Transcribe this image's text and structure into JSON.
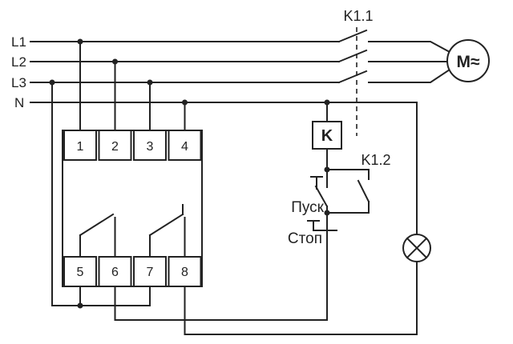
{
  "labels": {
    "l1": "L1",
    "l2": "L2",
    "l3": "L3",
    "n": "N",
    "k_main_contact": "K1.1",
    "k_aux_contact": "K1.2",
    "coil": "K",
    "start_button": "Пуск",
    "stop_button": "Стоп",
    "motor": "M≈"
  },
  "terminals": {
    "top": [
      "1",
      "2",
      "3",
      "4"
    ],
    "bottom": [
      "5",
      "6",
      "7",
      "8"
    ]
  },
  "colors": {
    "line": "#222222",
    "background": "#ffffff"
  }
}
